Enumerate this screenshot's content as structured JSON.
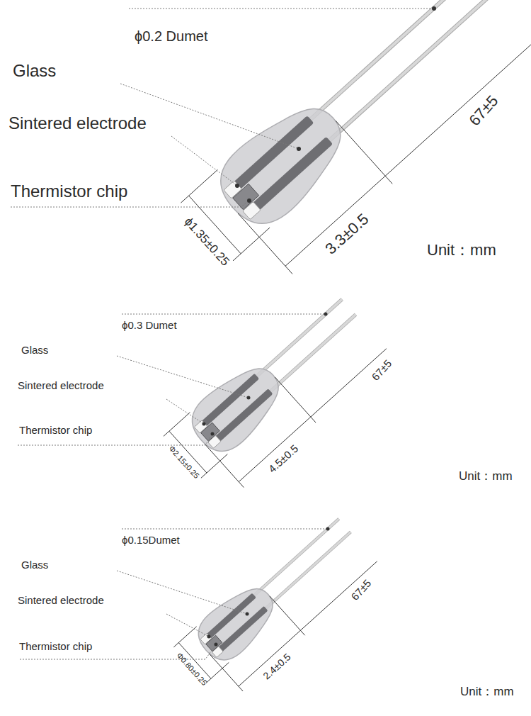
{
  "diagram": {
    "labels": [
      "ϕ0.2 Dumet",
      "Glass",
      "Sintered electrode",
      "Thermistor chip",
      "67±5",
      "3.3±0.5",
      "ϕ1.35±0.25",
      "Unit：mm",
      "ϕ0.3 Dumet",
      "Glass",
      "Sintered electrode",
      "Thermistor chip",
      "67±5",
      "4.5±0.5",
      "Φ2.15±0.25",
      "Unit：mm",
      "ϕ0.15Dumet",
      "Glass",
      "Sintered electrode",
      "Thermistor chip",
      "67±5",
      "2.4±0.5",
      "Φ0.80±0.25",
      "Unit：mm"
    ]
  }
}
